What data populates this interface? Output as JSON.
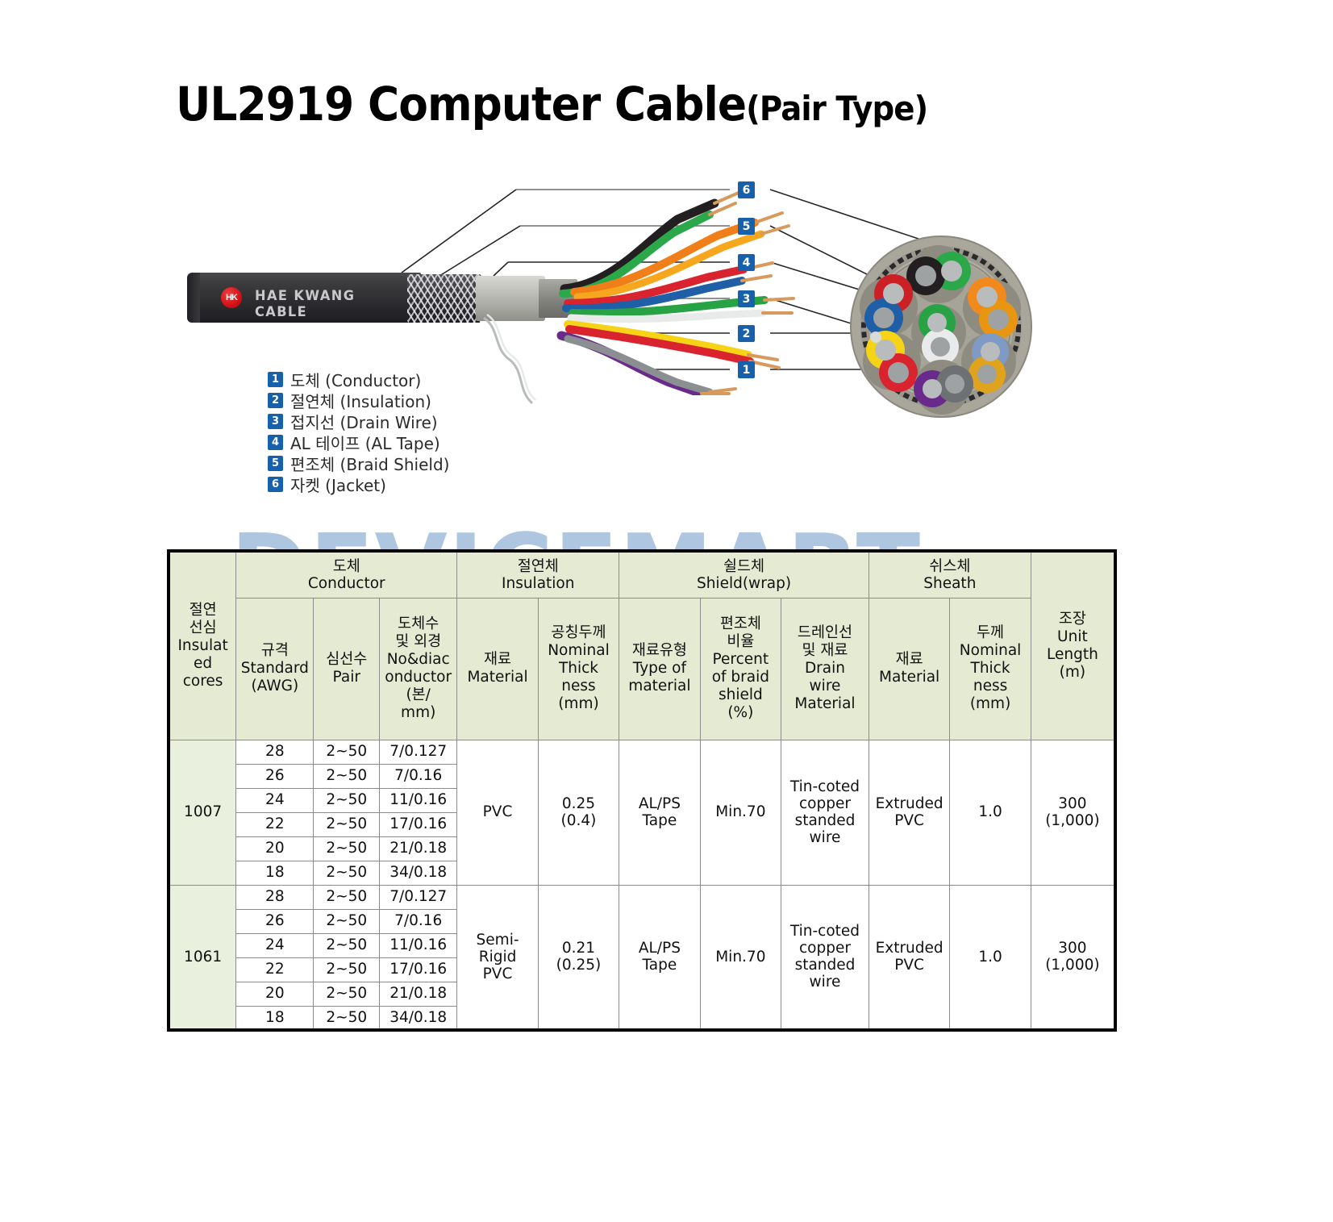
{
  "title": {
    "main": "UL2919 Computer Cable",
    "sub": "(Pair Type)"
  },
  "watermark": {
    "text": "DEVICEMART",
    "color": "#608ec4"
  },
  "illustration": {
    "cable_brand": "HAE KWANG CABLE",
    "logo_text": "HK",
    "logo_color": "#cc0d14",
    "jacket_color": "#303032",
    "callout_badge_color": "#1760ab",
    "callouts": [
      {
        "number": "6",
        "target": "jacket"
      },
      {
        "number": "5",
        "target": "braid-shield"
      },
      {
        "number": "4",
        "target": "al-tape"
      },
      {
        "number": "3",
        "target": "drain-wire"
      },
      {
        "number": "2",
        "target": "insulation"
      },
      {
        "number": "1",
        "target": "conductor"
      }
    ]
  },
  "legend": {
    "items": [
      {
        "number": "1",
        "label": "도체 (Conductor)"
      },
      {
        "number": "2",
        "label": "절연체 (Insulation)"
      },
      {
        "number": "3",
        "label": "접지선 (Drain Wire)"
      },
      {
        "number": "4",
        "label": "AL 테이프 (AL Tape)"
      },
      {
        "number": "5",
        "label": "편조체 (Braid Shield)"
      },
      {
        "number": "6",
        "label": "자켓 (Jacket)"
      }
    ]
  },
  "table": {
    "group_headers": {
      "conductor": {
        "kr": "도체",
        "en": "Conductor"
      },
      "insulation": {
        "kr": "절연체",
        "en": "Insulation"
      },
      "shield": {
        "kr": "쉴드체",
        "en": "Shield(wrap)"
      },
      "sheath": {
        "kr": "쉬스체",
        "en": "Sheath"
      }
    },
    "col_headers": {
      "insulated_cores": "절연\n선심\nInsulat\ned\ncores",
      "standard": "규격\nStandard\n(AWG)",
      "pair": "심선수\nPair",
      "no_diaconductor": "도체수\n및 외경\nNo&diac\nonductor\n(본/\nmm)",
      "ins_material": "재료\nMaterial",
      "ins_thickness": "공칭두께\nNominal\nThick\nness\n(mm)",
      "type_of_material": "재료유형\nType of\nmaterial",
      "percent_braid": "편조체\n비율\nPercent\nof braid\nshield\n(%)",
      "drain_wire_material": "드레인선\n및 재료\nDrain\nwire\nMaterial",
      "sheath_material": "재료\nMaterial",
      "sheath_thickness": "두께\nNominal\nThick\nness\n(mm)",
      "unit_length": "조장\nUnit\nLength\n(m)"
    },
    "groups": [
      {
        "insulated_cores": "1007",
        "rows": [
          {
            "standard": "28",
            "pair": "2~50",
            "no_diaconductor": "7/0.127"
          },
          {
            "standard": "26",
            "pair": "2~50",
            "no_diaconductor": "7/0.16"
          },
          {
            "standard": "24",
            "pair": "2~50",
            "no_diaconductor": "11/0.16"
          },
          {
            "standard": "22",
            "pair": "2~50",
            "no_diaconductor": "17/0.16"
          },
          {
            "standard": "20",
            "pair": "2~50",
            "no_diaconductor": "21/0.18"
          },
          {
            "standard": "18",
            "pair": "2~50",
            "no_diaconductor": "34/0.18"
          }
        ],
        "ins_material": "PVC",
        "ins_thickness": "0.25\n(0.4)",
        "type_of_material": "AL/PS\nTape",
        "percent_braid": "Min.70",
        "drain_wire_material": "Tin-coted\ncopper\nstanded\nwire",
        "sheath_material": "Extruded\nPVC",
        "sheath_thickness": "1.0",
        "unit_length": "300\n(1,000)"
      },
      {
        "insulated_cores": "1061",
        "rows": [
          {
            "standard": "28",
            "pair": "2~50",
            "no_diaconductor": "7/0.127"
          },
          {
            "standard": "26",
            "pair": "2~50",
            "no_diaconductor": "7/0.16"
          },
          {
            "standard": "24",
            "pair": "2~50",
            "no_diaconductor": "11/0.16"
          },
          {
            "standard": "22",
            "pair": "2~50",
            "no_diaconductor": "17/0.16"
          },
          {
            "standard": "20",
            "pair": "2~50",
            "no_diaconductor": "21/0.18"
          },
          {
            "standard": "18",
            "pair": "2~50",
            "no_diaconductor": "34/0.18"
          }
        ],
        "ins_material": "Semi-\nRigid\nPVC",
        "ins_thickness": "0.21\n(0.25)",
        "type_of_material": "AL/PS\nTape",
        "percent_braid": "Min.70",
        "drain_wire_material": "Tin-coted\ncopper\nstanded\nwire",
        "sheath_material": "Extruded\nPVC",
        "sheath_thickness": "1.0",
        "unit_length": "300\n(1,000)"
      }
    ]
  }
}
